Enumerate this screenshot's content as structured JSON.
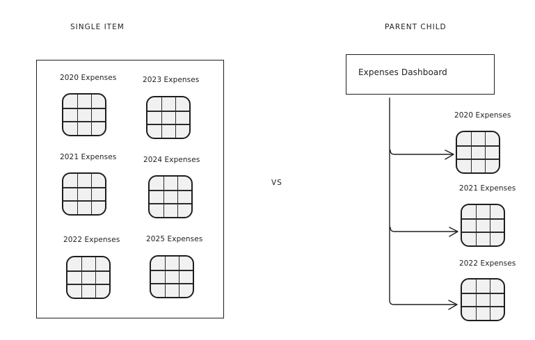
{
  "headings": {
    "left": "SINGLE ITEM",
    "right": "PARENT CHILD",
    "vs": "VS"
  },
  "single_item": {
    "tiles": [
      {
        "label": "2020 Expenses",
        "icon": "grid-icon"
      },
      {
        "label": "2023 Expenses",
        "icon": "grid-icon"
      },
      {
        "label": "2021 Expenses",
        "icon": "grid-icon"
      },
      {
        "label": "2024 Expenses",
        "icon": "grid-icon"
      },
      {
        "label": "2022 Expenses",
        "icon": "grid-icon"
      },
      {
        "label": "2025 Expenses",
        "icon": "grid-icon"
      }
    ]
  },
  "parent_child": {
    "parent_label": "Expenses Dashboard",
    "children": [
      {
        "label": "2020 Expenses",
        "icon": "grid-icon"
      },
      {
        "label": "2021 Expenses",
        "icon": "grid-icon"
      },
      {
        "label": "2022 Expenses",
        "icon": "grid-icon"
      }
    ]
  },
  "colors": {
    "stroke": "#1e1e1e",
    "tile_fill": "#f1f1f1",
    "background": "#ffffff"
  }
}
